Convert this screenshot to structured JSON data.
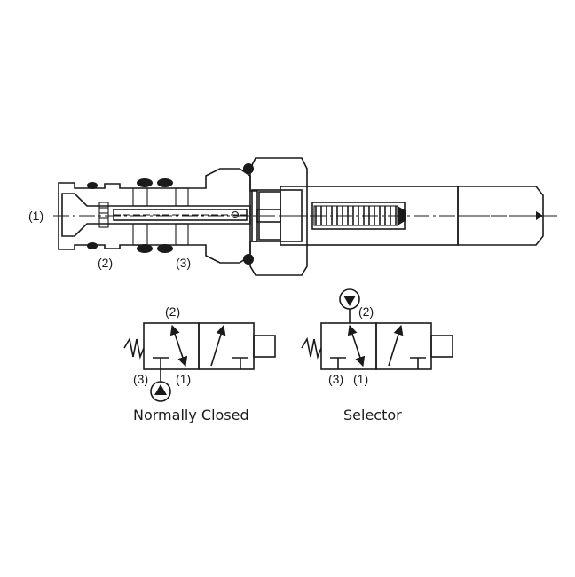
{
  "cross_section": {
    "port_1": "(1)",
    "port_2": "(2)",
    "port_3": "(3)"
  },
  "symbols": [
    {
      "caption": "Normally Closed",
      "label_top": "(2)",
      "label_bottom_left": "(3)",
      "label_bottom_right": "(1)"
    },
    {
      "caption": "Selector",
      "label_top": "(2)",
      "label_bottom_left": "(3)",
      "label_bottom_right": "(1)"
    }
  ],
  "colors": {
    "ink": "#1a1a1a",
    "background": "#ffffff"
  }
}
